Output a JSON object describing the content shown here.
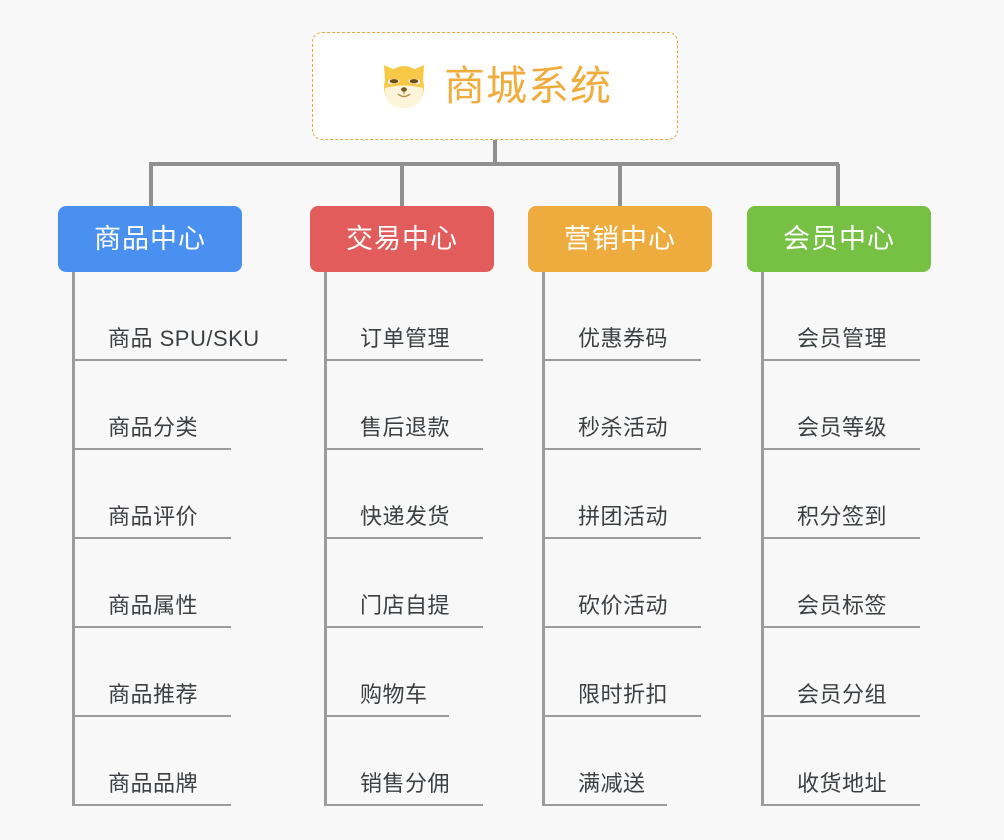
{
  "root": {
    "title": "商城系统",
    "icon": "shiba-inu-icon",
    "title_color": "#f0ad3e",
    "border_color": "#e8a33d",
    "background": "#f8f8f8"
  },
  "connector_color": "#909090",
  "columns": [
    {
      "id": "product-center",
      "label": "商品中心",
      "color": "#4a90f0",
      "accent_class": "accent-blue",
      "items": [
        {
          "label": "商品 SPU/SKU",
          "rule": "rule-w5"
        },
        {
          "label": "商品分类",
          "rule": "rule-w4"
        },
        {
          "label": "商品评价",
          "rule": "rule-w4"
        },
        {
          "label": "商品属性",
          "rule": "rule-w4"
        },
        {
          "label": "商品推荐",
          "rule": "rule-w4"
        },
        {
          "label": "商品品牌",
          "rule": "rule-w4"
        }
      ]
    },
    {
      "id": "trade-center",
      "label": "交易中心",
      "color": "#e35c5c",
      "accent_class": "accent-red",
      "items": [
        {
          "label": "订单管理",
          "rule": "rule-w4"
        },
        {
          "label": "售后退款",
          "rule": "rule-w4"
        },
        {
          "label": "快递发货",
          "rule": "rule-w4"
        },
        {
          "label": "门店自提",
          "rule": "rule-w4"
        },
        {
          "label": "购物车",
          "rule": "rule-w3"
        },
        {
          "label": "销售分佣",
          "rule": "rule-w4"
        }
      ]
    },
    {
      "id": "marketing-center",
      "label": "营销中心",
      "color": "#eeac3e",
      "accent_class": "accent-orange",
      "items": [
        {
          "label": "优惠券码",
          "rule": "rule-w4"
        },
        {
          "label": "秒杀活动",
          "rule": "rule-w4"
        },
        {
          "label": "拼团活动",
          "rule": "rule-w4"
        },
        {
          "label": "砍价活动",
          "rule": "rule-w4"
        },
        {
          "label": "限时折扣",
          "rule": "rule-w4"
        },
        {
          "label": "满减送",
          "rule": "rule-w3"
        }
      ]
    },
    {
      "id": "member-center",
      "label": "会员中心",
      "color": "#76c044",
      "accent_class": "accent-green",
      "items": [
        {
          "label": "会员管理",
          "rule": "rule-w4"
        },
        {
          "label": "会员等级",
          "rule": "rule-w4"
        },
        {
          "label": "积分签到",
          "rule": "rule-w4"
        },
        {
          "label": "会员标签",
          "rule": "rule-w4"
        },
        {
          "label": "会员分组",
          "rule": "rule-w4"
        },
        {
          "label": "收货地址",
          "rule": "rule-w4"
        }
      ]
    }
  ]
}
